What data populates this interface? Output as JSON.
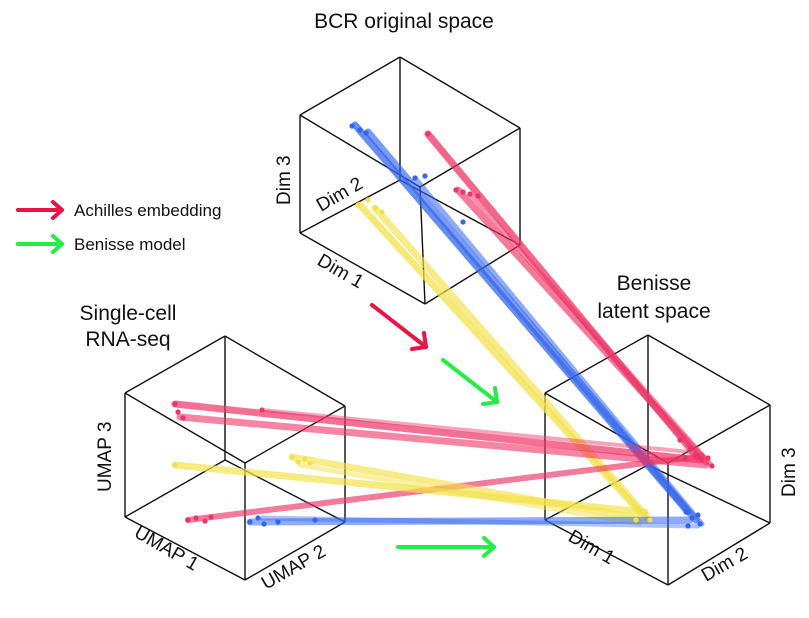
{
  "titles": {
    "bcr": "BCR original space",
    "scrna_line1": "Single-cell",
    "scrna_line2": "RNA-seq",
    "benisse_line1": "Benisse",
    "benisse_line2": "latent space"
  },
  "axes": {
    "bcr_dim1": "Dim 1",
    "bcr_dim2": "Dim 2",
    "bcr_dim3": "Dim 3",
    "umap1": "UMAP 1",
    "umap2": "UMAP 2",
    "umap3": "UMAP 3",
    "lat_dim1": "Dim 1",
    "lat_dim2": "Dim 2",
    "lat_dim3": "Dim 3"
  },
  "legend": [
    {
      "label": "Achilles embedding",
      "color": "#ee1144"
    },
    {
      "label": "Benisse model",
      "color": "#22ee44"
    }
  ],
  "colors": {
    "pink": "#ee3366",
    "yellow": "#f2e24a",
    "blue": "#3366ee",
    "red_arrow": "#ee1144",
    "green_arrow": "#22ee44"
  }
}
